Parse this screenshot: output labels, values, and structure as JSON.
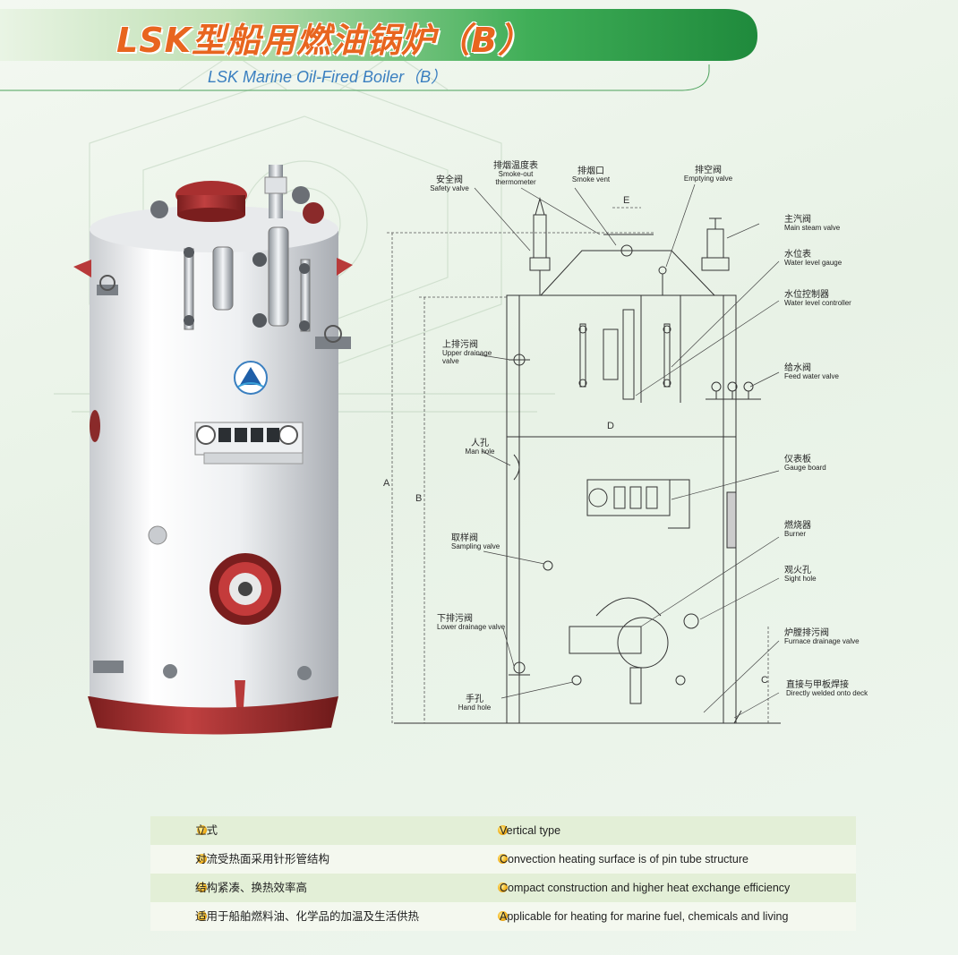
{
  "header": {
    "title_cn": "LSK型船用燃油锅炉（B）",
    "title_en": "LSK Marine Oil-Fired Boiler（B）"
  },
  "diagram": {
    "labels": {
      "safety_valve": {
        "cn": "安全阀",
        "en": "Safety valve"
      },
      "smoke_thermometer": {
        "cn": "排烟温度表",
        "en1": "Smoke-out",
        "en2": "thermometer"
      },
      "smoke_vent": {
        "cn": "排烟口",
        "en": "Smoke vent"
      },
      "emptying_valve": {
        "cn": "排空阀",
        "en": "Emptying valve"
      },
      "main_steam_valve": {
        "cn": "主汽阀",
        "en": "Main steam valve"
      },
      "water_level_gauge": {
        "cn": "水位表",
        "en": "Water level gauge"
      },
      "water_level_controller": {
        "cn": "水位控制器",
        "en": "Water level controller"
      },
      "upper_drainage": {
        "cn": "上排污阀",
        "en1": "Upper drainage",
        "en2": "valve"
      },
      "feed_water_valve": {
        "cn": "给水阀",
        "en": "Feed water valve"
      },
      "man_hole": {
        "cn": "人孔",
        "en": "Man hole"
      },
      "gauge_board": {
        "cn": "仪表板",
        "en": "Gauge board"
      },
      "burner": {
        "cn": "燃烧器",
        "en": "Burner"
      },
      "sampling_valve": {
        "cn": "取样阀",
        "en": "Sampling valve"
      },
      "sight_hole": {
        "cn": "观火孔",
        "en": "Sight hole"
      },
      "lower_drainage": {
        "cn": "下排污阀",
        "en": "Lower drainage valve"
      },
      "furnace_drainage": {
        "cn": "炉膛排污阀",
        "en": "Furnace drainage valve"
      },
      "welded_deck": {
        "cn": "直接与甲板焊接",
        "en": "Directly welded onto deck"
      },
      "hand_hole": {
        "cn": "手孔",
        "en": "Hand hole"
      }
    },
    "dimensions": {
      "a": "A",
      "b": "B",
      "c": "C",
      "d": "D",
      "e": "E"
    }
  },
  "features": [
    {
      "cn": "立式",
      "en": "Vertical type"
    },
    {
      "cn": "对流受热面采用针形管结构",
      "en": "Convection heating surface is of pin tube structure"
    },
    {
      "cn": "结构紧凑、换热效率高",
      "en": "Compact construction and higher heat exchange efficiency"
    },
    {
      "cn": "适用于船舶燃料油、化学品的加温及生活供热",
      "en": "Applicable for heating for marine fuel, chemicals and living"
    }
  ],
  "colors": {
    "accent": "#e8651f",
    "banner_green": "#2e9a4a",
    "subtitle_blue": "#3a7fc0",
    "bullet": "#f2b21c"
  }
}
